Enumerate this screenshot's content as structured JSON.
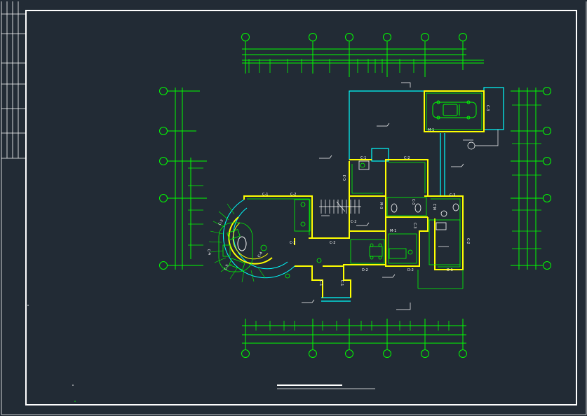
{
  "colors": {
    "background": "#222b35",
    "frame": "#ffffff",
    "axis": "#00ff00",
    "wall": "#ffff00",
    "glass": "#00ffff",
    "text": "#ffffff",
    "furniture": "#00ff00"
  },
  "labels": {
    "c1_a": "C-1",
    "c2_a": "C-2",
    "c1_b": "C-1",
    "c2_b": "C-2",
    "c3_a": "C-3",
    "c3_b": "C-3",
    "c4_a": "C-4",
    "c4_b": "C-4",
    "c5": "C-5",
    "c3_c": "C-3",
    "c2_c": "C-2",
    "c2_d": "C-2",
    "c3_d": "C-3",
    "m3": "M-3",
    "m1": "M-1",
    "m2": "M-2",
    "c2_e": "C-2",
    "d2_a": "D-2",
    "d2_b": "D-2",
    "d1": "D-1",
    "c3_e": "C-3",
    "c1_c": "C-1",
    "c1_d": "C-1",
    "c3_f": "C-3",
    "m1_b": "M-1",
    "c3_g": "C-3"
  },
  "icons": {
    "car": "car-icon",
    "stair": "staircase-icon",
    "dining": "dining-table-icon"
  }
}
